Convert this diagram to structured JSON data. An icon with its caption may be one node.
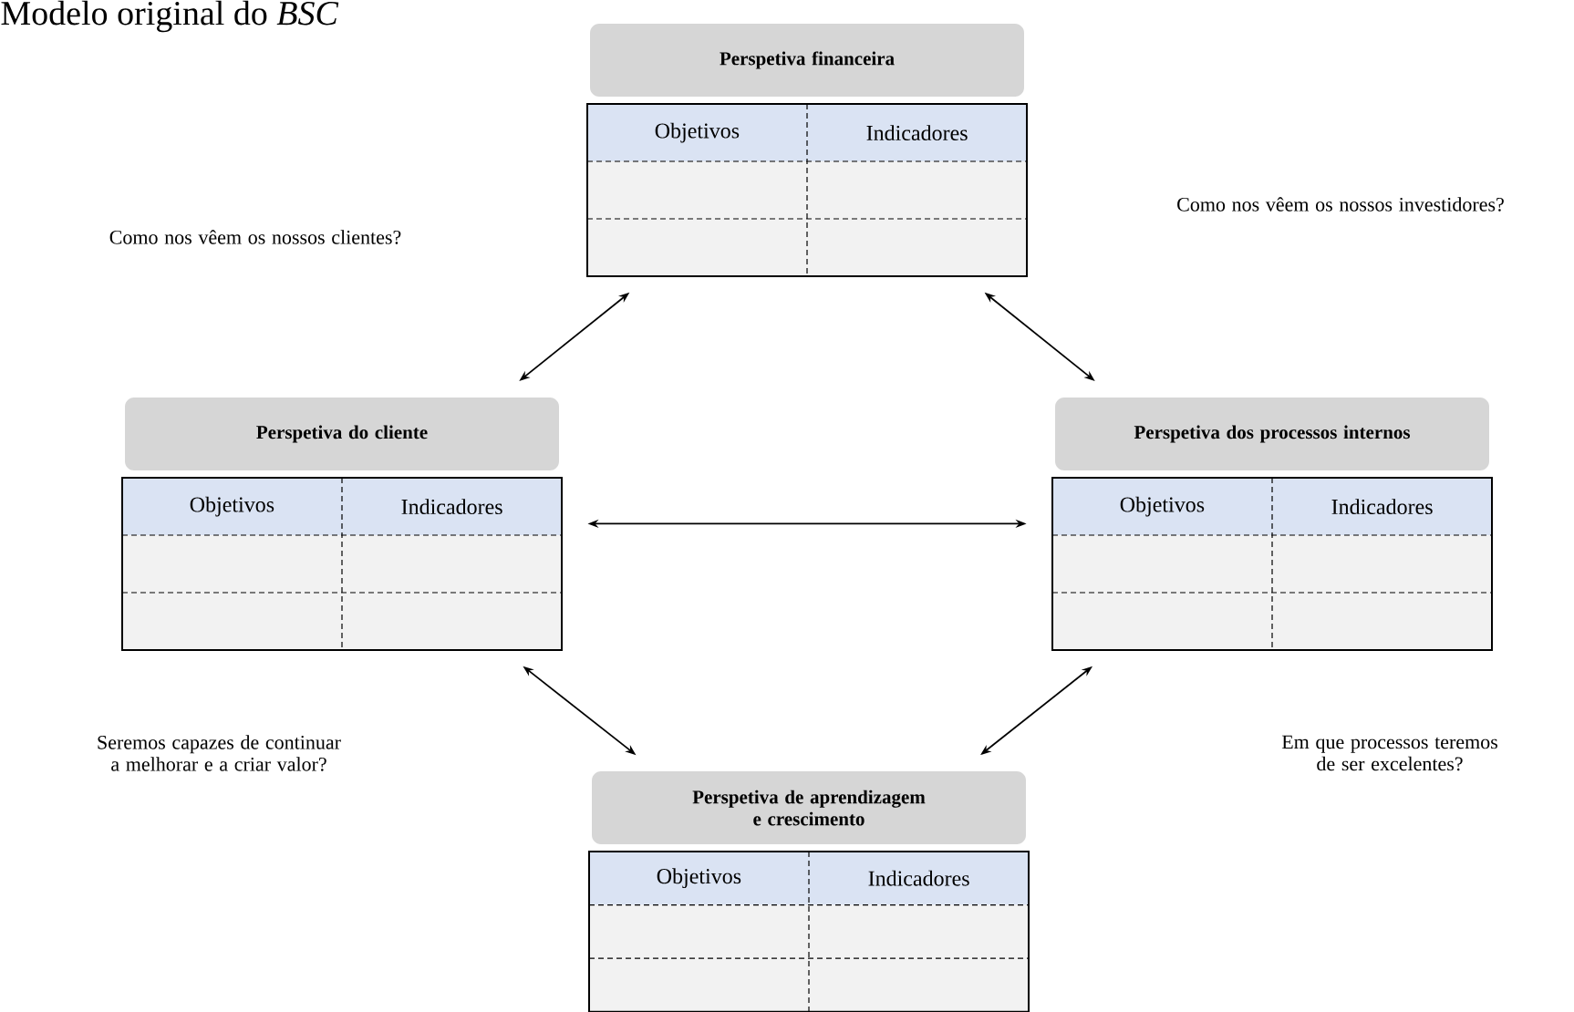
{
  "diagram": {
    "title": "Modelo original do *BSC*",
    "nodes": [
      {
        "text": [
          "Perspetiva financeira",
          "Objetivos",
          "Indicadores"
        ]
      },
      {
        "text": [
          "Perspetiva do cliente",
          "Objetivos",
          "Indicadores"
        ]
      },
      {
        "text": [
          "Perspetiva dos processos internos",
          "Objetivos",
          "Indicadores"
        ]
      },
      {
        "text": [
          "Perspetiva de aprendizagem e crescimento",
          "Objetivos",
          "Indicadores"
        ]
      }
    ],
    "edges": [
      {
        "from": 0,
        "to": 1,
        "arrow": "both"
      },
      {
        "from": 0,
        "to": 2,
        "arrow": "both"
      },
      {
        "from": 1,
        "to": 2,
        "arrow": "both"
      },
      {
        "from": 1,
        "to": 3,
        "arrow": "both"
      },
      {
        "from": 2,
        "to": 3,
        "arrow": "both"
      }
    ],
    "labels": [
      "Como nos vêem os nossos clientes?",
      "Como nos vêem os nossos investidores?",
      "Seremos capazes de continuar a melhorar e a criar valor?",
      "Em que processos teremos de ser excelentes?"
    ]
  }
}
